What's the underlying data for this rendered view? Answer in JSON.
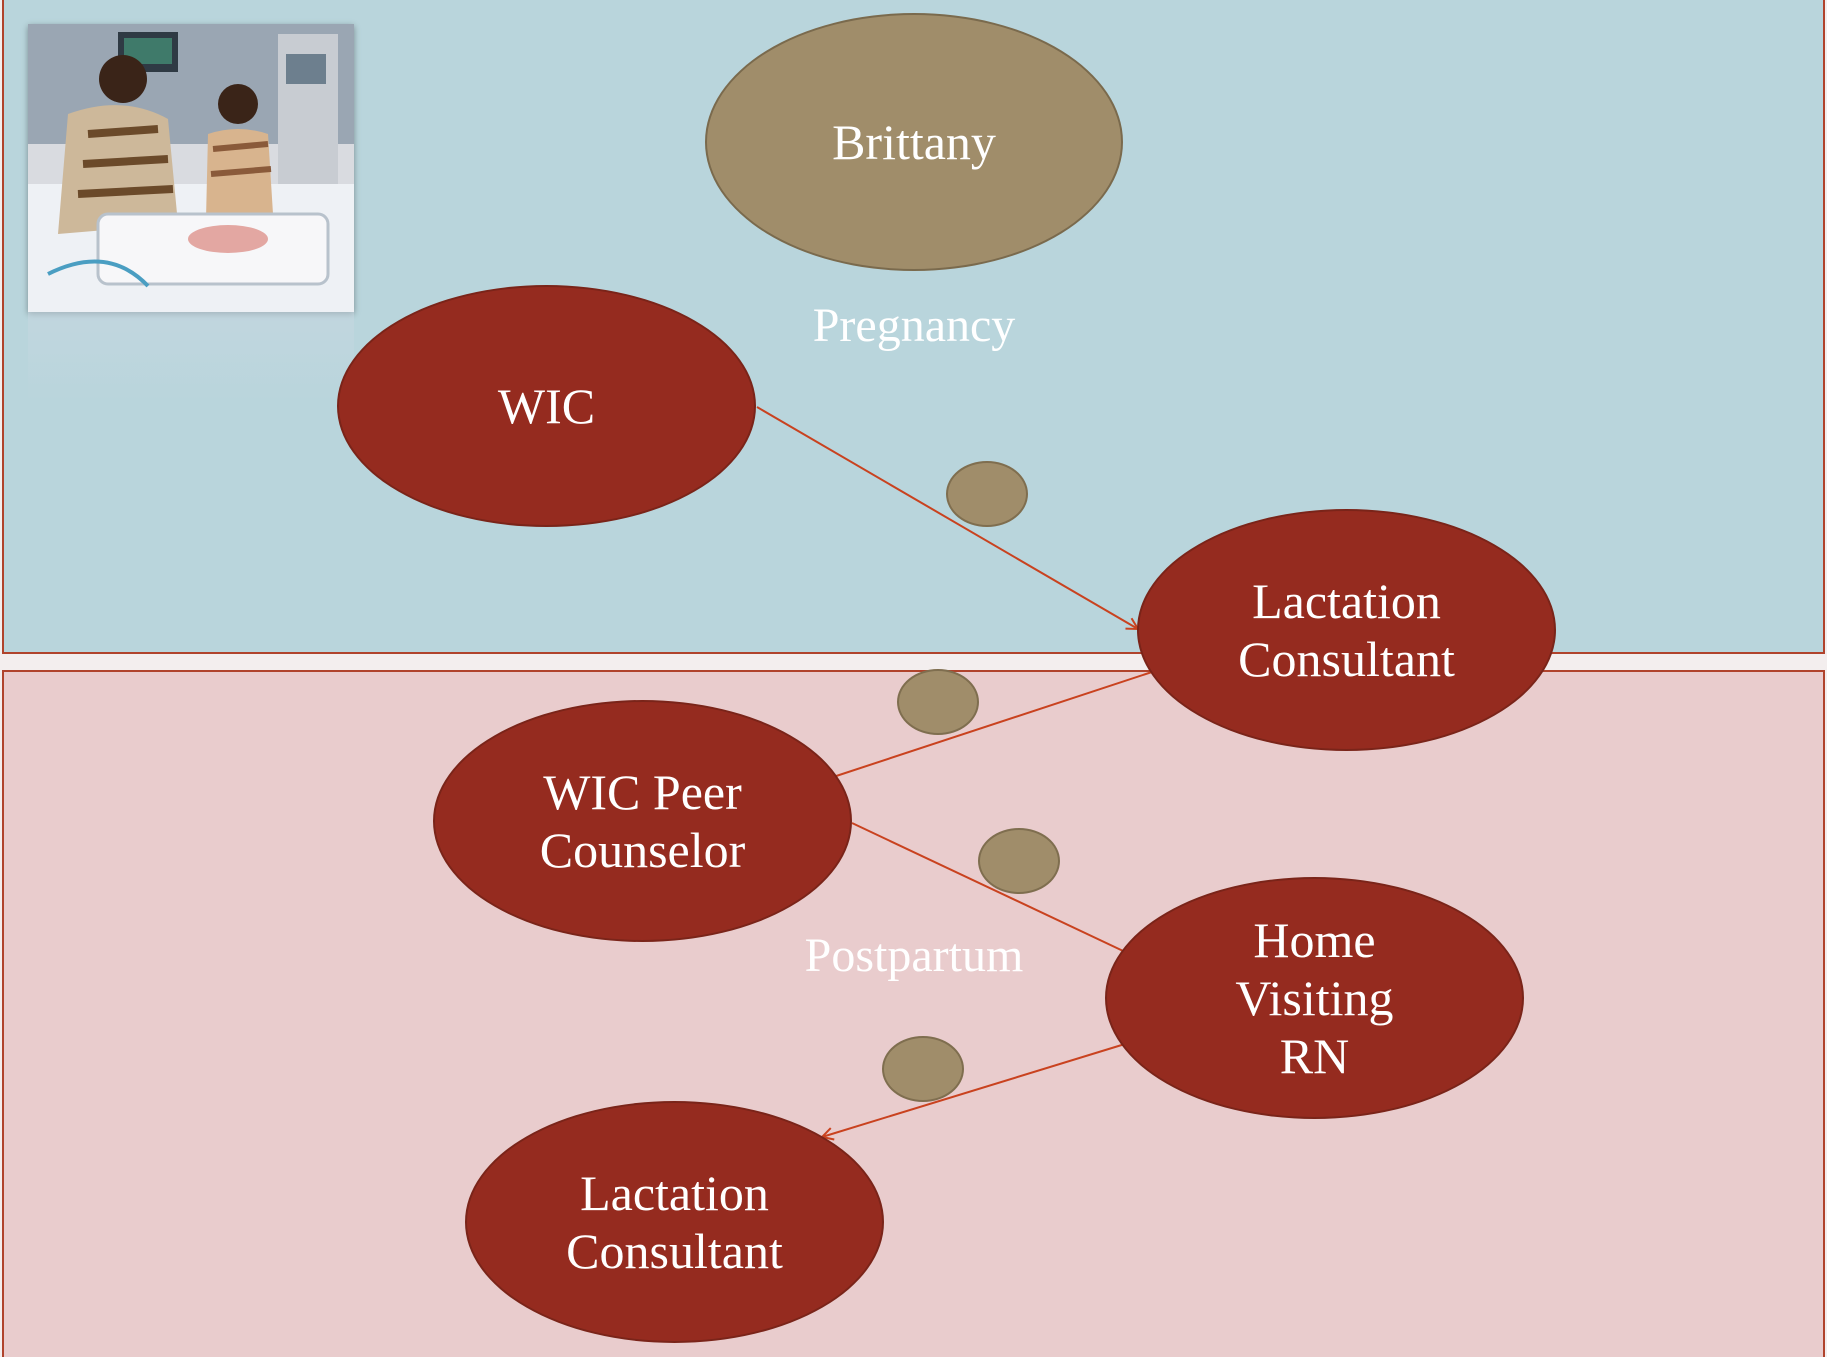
{
  "phases": {
    "top": "Pregnancy",
    "bottom": "Postpartum"
  },
  "nodes": {
    "center": "Brittany",
    "wic": "WIC",
    "lactation_1": "Lactation\nConsultant",
    "wic_peer": "WIC Peer\nCounselor",
    "home_rn": "Home\nVisiting\nRN",
    "lactation_2": "Lactation\nConsultant"
  },
  "photo": {
    "description_icon": "photo-icon"
  },
  "colors": {
    "top_panel": "#b9d5dc",
    "bottom_panel": "#e9cccd",
    "node_red": "#952b1f",
    "node_tan": "#a08d6a",
    "arrow": "#c9421f"
  }
}
